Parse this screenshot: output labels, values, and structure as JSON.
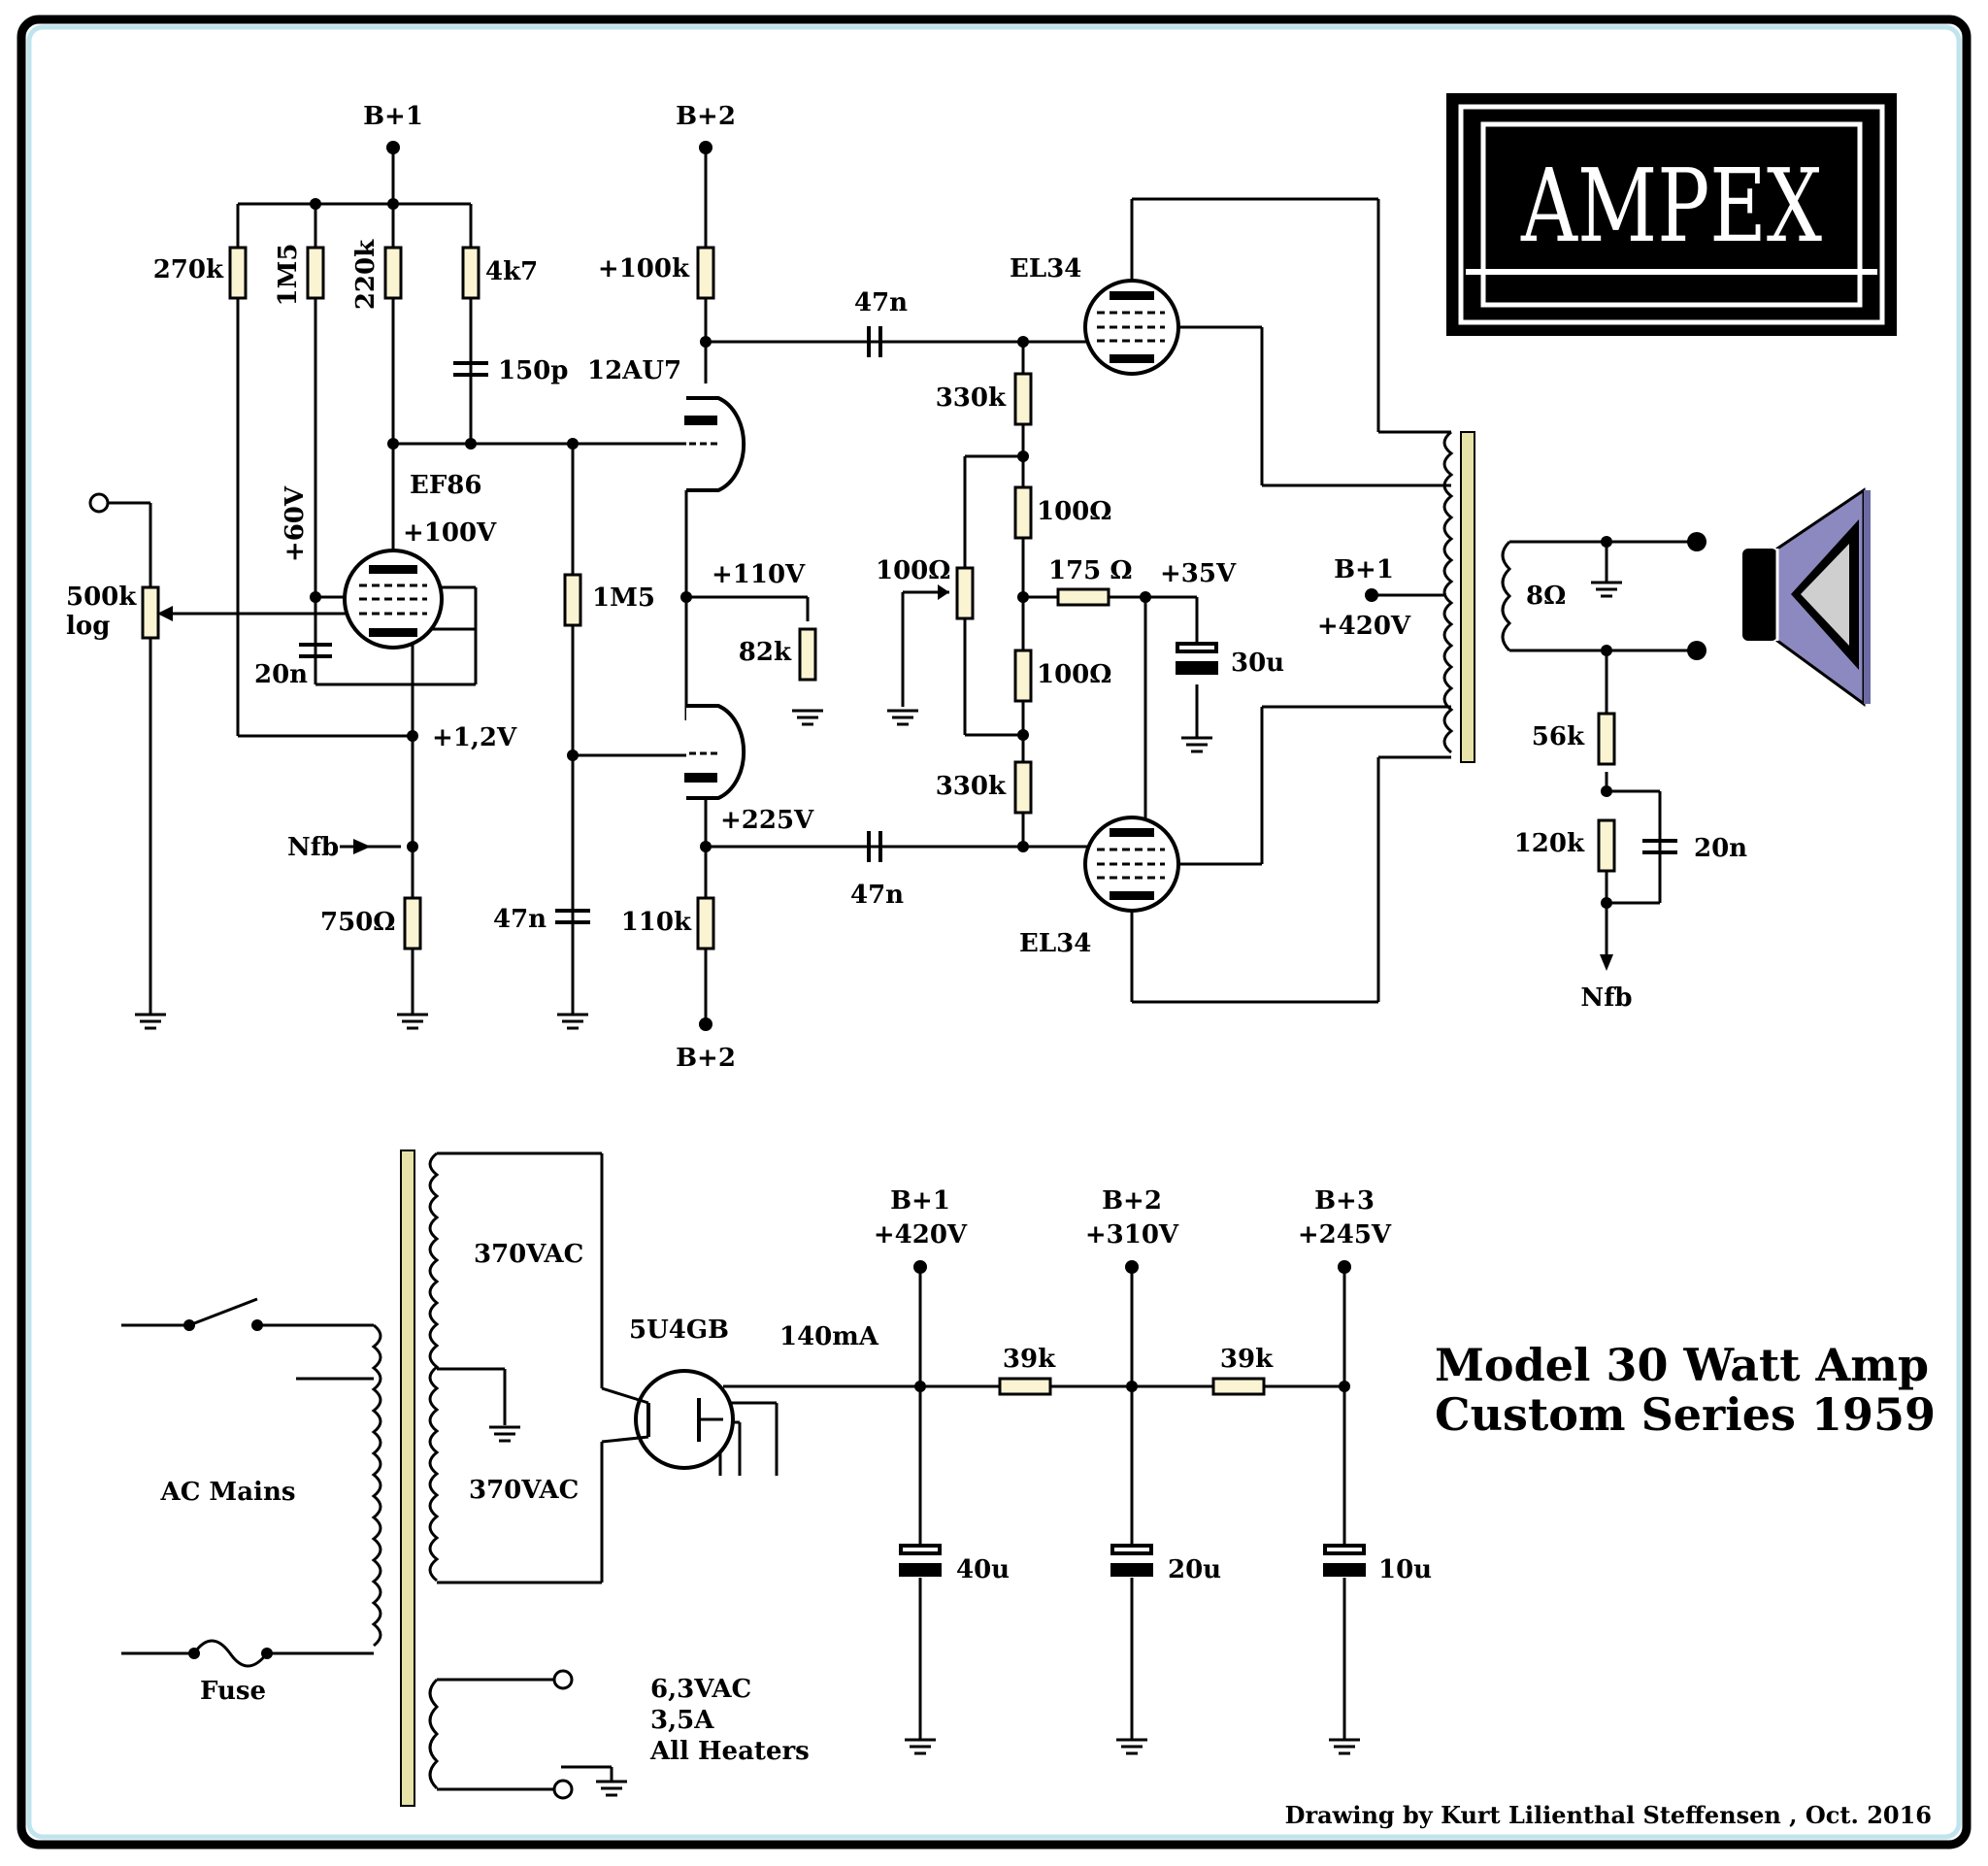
{
  "labels": {
    "bp1_top": "B+1",
    "bp2_top": "B+2",
    "bp2_bottom": "B+2",
    "r270k": "270k",
    "r1m5a": "1M5",
    "r220k": "220k",
    "r4k7": "4k7",
    "c150p": "150p",
    "r100k": "+100k",
    "ef86": "EF86",
    "v100": "+100V",
    "v60": "+60V",
    "pot500k": "500k",
    "potlog": "log",
    "c20n_a": "20n",
    "v1_2": "+1,2V",
    "nfb_in": "Nfb",
    "r750": "750Ω",
    "r1m5b": "1M5",
    "c47n_a": "47n",
    "tube12au7": "12AU7",
    "v110": "+110V",
    "r82k": "82k",
    "v225": "+225V",
    "r110k": "110k",
    "c47n_b": "47n",
    "c47n_c": "47n",
    "el34_top": "EL34",
    "el34_bot": "EL34",
    "r330k_a": "330k",
    "r330k_b": "330k",
    "r100_a": "100Ω",
    "r100_b": "100Ω",
    "pot100": "100Ω",
    "r175": "175 Ω",
    "v35": "+35V",
    "c30u": "30u",
    "opt_bp1": "B+1",
    "opt_v420": "+420V",
    "spk8": "8Ω",
    "r56k": "56k",
    "r120k": "120k",
    "c20n_b": "20n",
    "nfb_out": "Nfb",
    "vac370a": "370VAC",
    "vac370b": "370VAC",
    "rect": "5U4GB",
    "ma140": "140mA",
    "ac_mains": "AC Mains",
    "fuse": "Fuse",
    "heat1": "6,3VAC",
    "heat2": "3,5A",
    "heat3": "All Heaters",
    "ps_bp1": "B+1",
    "ps_v420": "+420V",
    "ps_bp2": "B+2",
    "ps_v310": "+310V",
    "ps_bp3": "B+3",
    "ps_v245": "+245V",
    "r39k_a": "39k",
    "r39k_b": "39k",
    "c40u": "40u",
    "c20u": "20u",
    "c10u": "10u",
    "title1": "Model 30 Watt Amp",
    "title2": "Custom Series 1959",
    "credit": "Drawing by Kurt Lilienthal Steffensen ,  Oct. 2016",
    "logo": "AMPEX"
  },
  "colors": {
    "frame_outer": "#000000",
    "frame_inner": "#bfe4ee",
    "resistor_fill": "#fbf4d3",
    "core_fill": "#e6e2a8"
  }
}
